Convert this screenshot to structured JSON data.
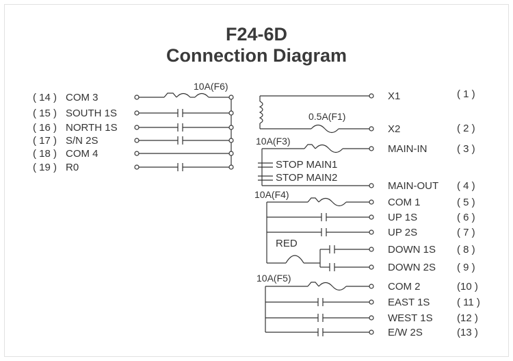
{
  "title": "F24-6D",
  "subtitle": "Connection Diagram",
  "left_terminals": [
    {
      "num": "( 14 )",
      "label": "COM 3"
    },
    {
      "num": "( 15 )",
      "label": "SOUTH 1S"
    },
    {
      "num": "( 16 )",
      "label": "NORTH 1S"
    },
    {
      "num": "( 17 )",
      "label": "S/N 2S"
    },
    {
      "num": "( 18 )",
      "label": "COM 4"
    },
    {
      "num": "( 19 )",
      "label": "R0"
    }
  ],
  "right_terminals": [
    {
      "label": "X1",
      "num": "( 1 )"
    },
    {
      "label": "X2",
      "num": "( 2 )"
    },
    {
      "label": "MAIN-IN",
      "num": "( 3 )"
    },
    {
      "label": "MAIN-OUT",
      "num": "( 4 )"
    },
    {
      "label": "COM 1",
      "num": "( 5 )"
    },
    {
      "label": "UP 1S",
      "num": "( 6 )"
    },
    {
      "label": "UP 2S",
      "num": "( 7 )"
    },
    {
      "label": "DOWN 1S",
      "num": "( 8 )"
    },
    {
      "label": "DOWN 2S",
      "num": "( 9 )"
    },
    {
      "label": "COM 2",
      "num": "(10 )"
    },
    {
      "label": "EAST 1S",
      "num": "( 11 )"
    },
    {
      "label": "WEST 1S",
      "num": "(12 )"
    },
    {
      "label": "E/W 2S",
      "num": "(13 )"
    }
  ],
  "fuses": {
    "f6": "10A(F6)",
    "f1": "0.5A(F1)",
    "f3": "10A(F3)",
    "f4": "10A(F4)",
    "f5": "10A(F5)"
  },
  "stop_labels": [
    "STOP MAIN1",
    "STOP MAIN2"
  ],
  "red_button": "RED"
}
